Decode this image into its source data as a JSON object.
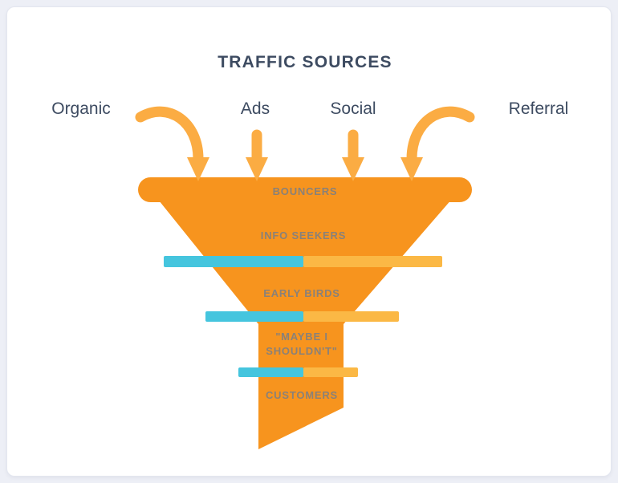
{
  "page": {
    "title": "TRAFFIC SOURCES"
  },
  "sources": [
    {
      "label": "Organic"
    },
    {
      "label": "Ads"
    },
    {
      "label": "Social"
    },
    {
      "label": "Referral"
    }
  ],
  "funnel": {
    "type": "funnel",
    "stages": [
      {
        "label": "BOUNCERS"
      },
      {
        "label": "INFO SEEKERS"
      },
      {
        "label": "EARLY BIRDS"
      },
      {
        "label": "\"MAYBE I SHOULDN'T\""
      },
      {
        "label": "CUSTOMERS"
      }
    ]
  },
  "colors": {
    "funnel_orange": "#F7941E",
    "arrow_orange": "#FBAC43",
    "bar_teal": "#45C5DE",
    "bar_amber": "#FBB845",
    "heading_text": "#3D4B61",
    "stage_text": "#8A8178",
    "page_background": "#EDEFF6",
    "card_background": "#FFFFFF"
  }
}
